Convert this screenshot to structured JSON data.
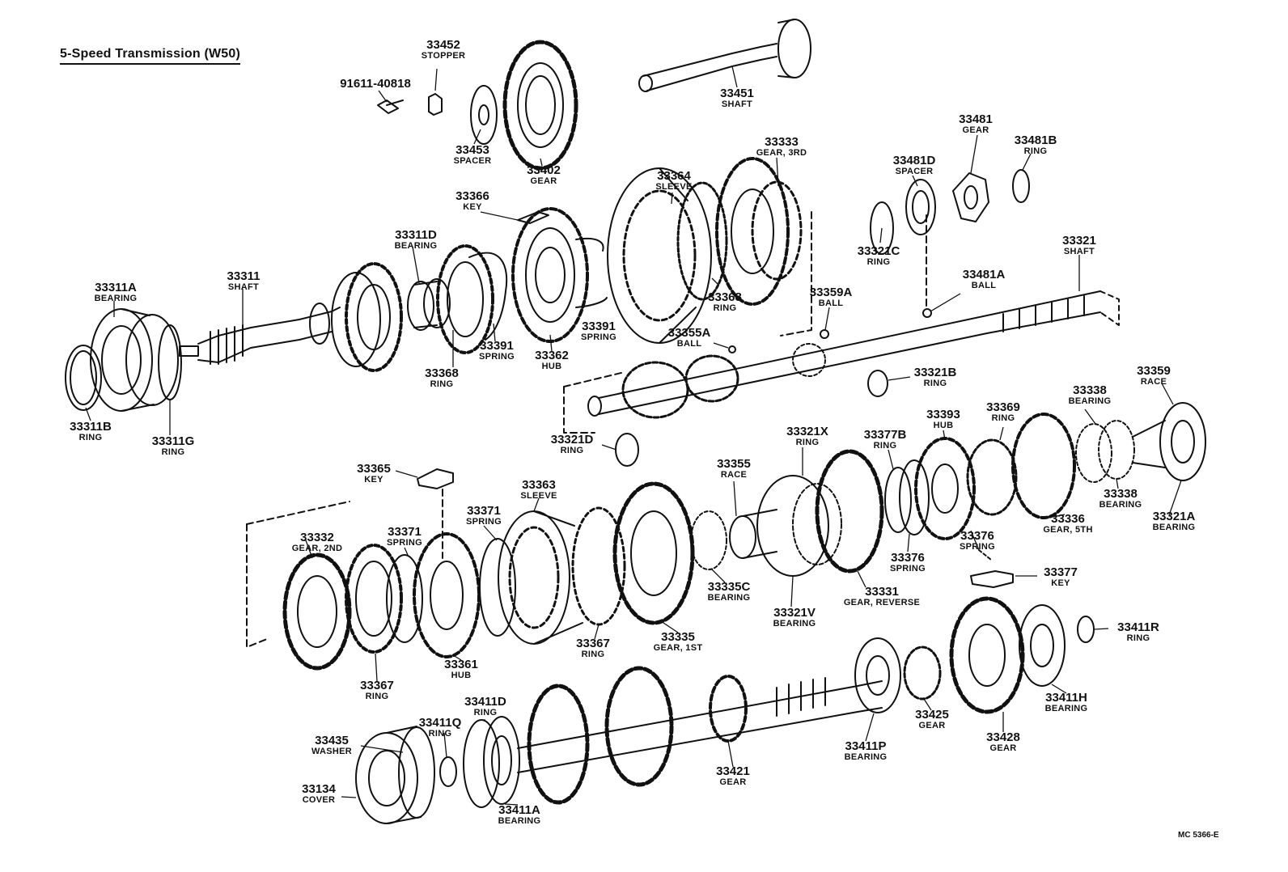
{
  "title": "5-Speed Transmission (W50)",
  "doc_ref": "MC 5366-E",
  "parts": [
    {
      "id": "p91611",
      "number": "91611-40818",
      "name": ""
    },
    {
      "id": "p33452",
      "number": "33452",
      "name": "STOPPER"
    },
    {
      "id": "p33453",
      "number": "33453",
      "name": "SPACER"
    },
    {
      "id": "p33402",
      "number": "33402",
      "name": "GEAR"
    },
    {
      "id": "p33451",
      "number": "33451",
      "name": "SHAFT"
    },
    {
      "id": "p33333",
      "number": "33333",
      "name": "GEAR, 3RD"
    },
    {
      "id": "p33364",
      "number": "33364",
      "name": "SLEEVE"
    },
    {
      "id": "p33366",
      "number": "33366",
      "name": "KEY"
    },
    {
      "id": "p33481",
      "number": "33481",
      "name": "GEAR"
    },
    {
      "id": "p33481B",
      "number": "33481B",
      "name": "RING"
    },
    {
      "id": "p33481D",
      "number": "33481D",
      "name": "SPACER"
    },
    {
      "id": "p33311D",
      "number": "33311D",
      "name": "BEARING"
    },
    {
      "id": "p33311",
      "number": "33311",
      "name": "SHAFT"
    },
    {
      "id": "p33311A",
      "number": "33311A",
      "name": "BEARING"
    },
    {
      "id": "p33321C",
      "number": "33321C",
      "name": "RING"
    },
    {
      "id": "p33321",
      "number": "33321",
      "name": "SHAFT"
    },
    {
      "id": "p33481A",
      "number": "33481A",
      "name": "BALL"
    },
    {
      "id": "p33359A",
      "number": "33359A",
      "name": "BALL"
    },
    {
      "id": "p33368a",
      "number": "33368",
      "name": "RING"
    },
    {
      "id": "p33391a",
      "number": "33391",
      "name": "SPRING"
    },
    {
      "id": "p33391b",
      "number": "33391",
      "name": "SPRING"
    },
    {
      "id": "p33355A",
      "number": "33355A",
      "name": "BALL"
    },
    {
      "id": "p33362",
      "number": "33362",
      "name": "HUB"
    },
    {
      "id": "p33368b",
      "number": "33368",
      "name": "RING"
    },
    {
      "id": "p33321B",
      "number": "33321B",
      "name": "RING"
    },
    {
      "id": "p33311B",
      "number": "33311B",
      "name": "RING"
    },
    {
      "id": "p33311G",
      "number": "33311G",
      "name": "RING"
    },
    {
      "id": "p33321D",
      "number": "33321D",
      "name": "RING"
    },
    {
      "id": "p33359",
      "number": "33359",
      "name": "RACE"
    },
    {
      "id": "p33369",
      "number": "33369",
      "name": "RING"
    },
    {
      "id": "p33338a",
      "number": "33338",
      "name": "BEARING"
    },
    {
      "id": "p33393",
      "number": "33393",
      "name": "HUB"
    },
    {
      "id": "p33321X",
      "number": "33321X",
      "name": "RING"
    },
    {
      "id": "p33377B",
      "number": "33377B",
      "name": "RING"
    },
    {
      "id": "p33365",
      "number": "33365",
      "name": "KEY"
    },
    {
      "id": "p33363",
      "number": "33363",
      "name": "SLEEVE"
    },
    {
      "id": "p33355",
      "number": "33355",
      "name": "RACE"
    },
    {
      "id": "p33371a",
      "number": "33371",
      "name": "SPRING"
    },
    {
      "id": "p33338b",
      "number": "33338",
      "name": "BEARING"
    },
    {
      "id": "p33321A",
      "number": "33321A",
      "name": "BEARING"
    },
    {
      "id": "p33336",
      "number": "33336",
      "name": "GEAR, 5TH"
    },
    {
      "id": "p33332",
      "number": "33332",
      "name": "GEAR, 2ND"
    },
    {
      "id": "p33371b",
      "number": "33371",
      "name": "SPRING"
    },
    {
      "id": "p33376a",
      "number": "33376",
      "name": "SPRING"
    },
    {
      "id": "p33376b",
      "number": "33376",
      "name": "SPRING"
    },
    {
      "id": "p33377",
      "number": "33377",
      "name": "KEY"
    },
    {
      "id": "p33335C",
      "number": "33335C",
      "name": "BEARING"
    },
    {
      "id": "p33331",
      "number": "33331",
      "name": "GEAR, REVERSE"
    },
    {
      "id": "p33321V",
      "number": "33321V",
      "name": "BEARING"
    },
    {
      "id": "p33367a",
      "number": "33367",
      "name": "RING"
    },
    {
      "id": "p33335",
      "number": "33335",
      "name": "GEAR, 1ST"
    },
    {
      "id": "p33361",
      "number": "33361",
      "name": "HUB"
    },
    {
      "id": "p33367b",
      "number": "33367",
      "name": "RING"
    },
    {
      "id": "p33411R",
      "number": "33411R",
      "name": "RING"
    },
    {
      "id": "p33411H",
      "number": "33411H",
      "name": "BEARING"
    },
    {
      "id": "p33411D",
      "number": "33411D",
      "name": "RING"
    },
    {
      "id": "p33411Q",
      "number": "33411Q",
      "name": "RING"
    },
    {
      "id": "p33435",
      "number": "33435",
      "name": "WASHER"
    },
    {
      "id": "p33134",
      "number": "33134",
      "name": "COVER"
    },
    {
      "id": "p33411A",
      "number": "33411A",
      "name": "BEARING"
    },
    {
      "id": "p33421",
      "number": "33421",
      "name": "GEAR"
    },
    {
      "id": "p33411P",
      "number": "33411P",
      "name": "BEARING"
    },
    {
      "id": "p33425",
      "number": "33425",
      "name": "GEAR"
    },
    {
      "id": "p33428",
      "number": "33428",
      "name": "GEAR"
    }
  ]
}
